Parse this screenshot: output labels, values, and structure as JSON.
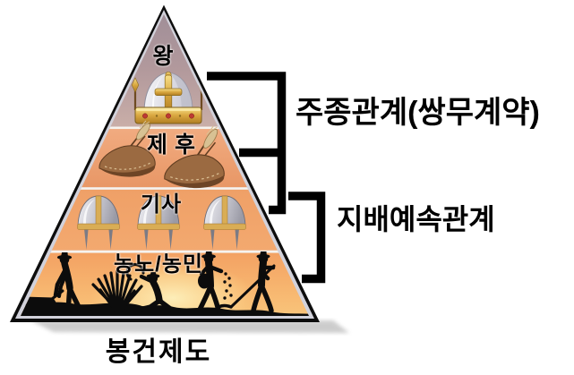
{
  "diagram_title": "봉건제도",
  "pyramid": {
    "levels": [
      {
        "label": "왕",
        "icon": "crown-icon",
        "band_color": "#b2999c"
      },
      {
        "label": "제후",
        "icon": "lord-hat-icon",
        "band_color": "#eda276"
      },
      {
        "label": "기사",
        "icon": "knight-helmet-icon",
        "band_color": "#f1a46b"
      },
      {
        "label": "농노/농민",
        "icon": "peasants-icon",
        "band_color": "#f6b370"
      }
    ]
  },
  "relations": [
    {
      "label": "주종관계(쌍무계약)",
      "spans_levels": [
        "왕",
        "제후",
        "기사"
      ]
    },
    {
      "label": "지배예속관계",
      "spans_levels": [
        "기사",
        "농노/농민"
      ]
    }
  ],
  "colors": {
    "background": "#ffffff",
    "text": "#000000",
    "bracket": "#000000",
    "king_band_top": "#9c8c97",
    "king_band_bottom": "#c9aea8",
    "lords_band": "#eda276",
    "knights_band": "#f1a46b",
    "serfs_band": "#f6b370",
    "serfs_glow": "#fdf0bc",
    "gold": "#d9a740",
    "silver": "#c5c5ce",
    "hat_brown": "#96683f",
    "silhouette": "#0d0d0d",
    "bevel": "#d2d2db"
  }
}
